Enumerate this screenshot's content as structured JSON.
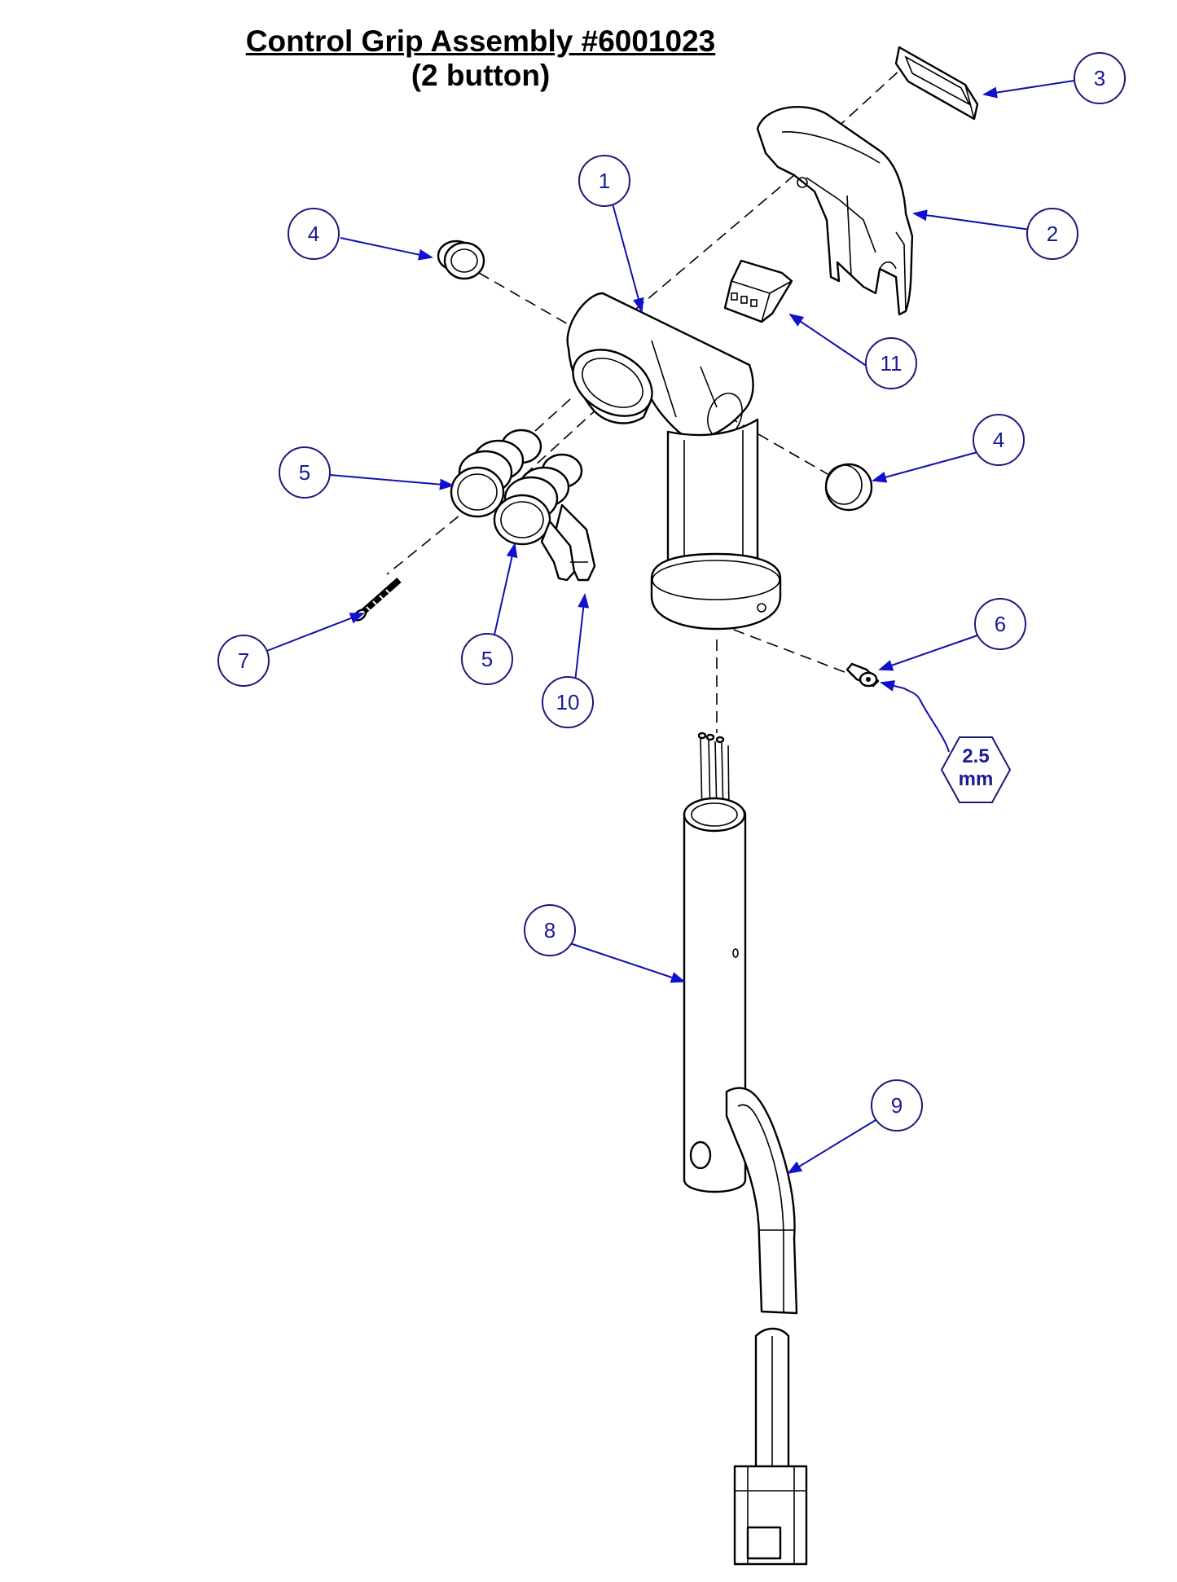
{
  "title": {
    "line1": "Control Grip Assembly #6001023",
    "line2": "(2 button)"
  },
  "callouts": [
    {
      "id": "c1",
      "label": "1"
    },
    {
      "id": "c2",
      "label": "2"
    },
    {
      "id": "c3",
      "label": "3"
    },
    {
      "id": "c4a",
      "label": "4"
    },
    {
      "id": "c4b",
      "label": "4"
    },
    {
      "id": "c5a",
      "label": "5"
    },
    {
      "id": "c5b",
      "label": "5"
    },
    {
      "id": "c6",
      "label": "6"
    },
    {
      "id": "c7",
      "label": "7"
    },
    {
      "id": "c8",
      "label": "8"
    },
    {
      "id": "c9",
      "label": "9"
    },
    {
      "id": "c10",
      "label": "10"
    },
    {
      "id": "c11",
      "label": "11"
    }
  ],
  "hex_note": {
    "line1": "2.5",
    "line2": "mm"
  },
  "colors": {
    "callout_text": "#1a1a9a",
    "arrow": "#1010d0",
    "linework": "#000000"
  }
}
